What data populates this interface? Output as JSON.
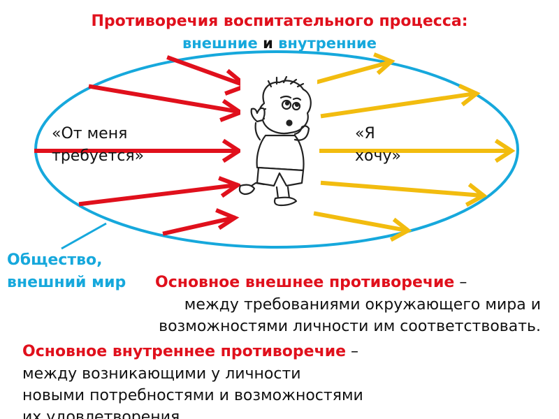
{
  "title": {
    "line1": "Противоречия  воспитательного процесса:",
    "line2_part1": "внешние",
    "line2_conj": " и ",
    "line2_part2": "внутренние"
  },
  "labels": {
    "from_me_line1": "«От меня",
    "from_me_line2": "требуется»",
    "i_want_line1": "«Я",
    "i_want_line2": "хочу»"
  },
  "society": {
    "line1": "Общество,",
    "line2": "внешний мир"
  },
  "external": {
    "heading": "Основное внешнее противоречие",
    "dash": " –",
    "body_line1": "между требованиями окружающего мира и",
    "body_line2": "возможностями личности им соответствовать."
  },
  "internal": {
    "heading": "Основное внутреннее противоречие",
    "dash": " –",
    "body_line1": "между возникающими у личности",
    "body_line2": "новыми потребностями и возможностями",
    "body_line3": "их удовлетворения"
  },
  "colors": {
    "ellipse": "#16a8dc",
    "arrows_in": "#e0101c",
    "arrows_out": "#f2bc0f",
    "heading_red": "#e0101c",
    "text": "#111111"
  },
  "icons": {
    "figure": "confused-boy-icon"
  }
}
